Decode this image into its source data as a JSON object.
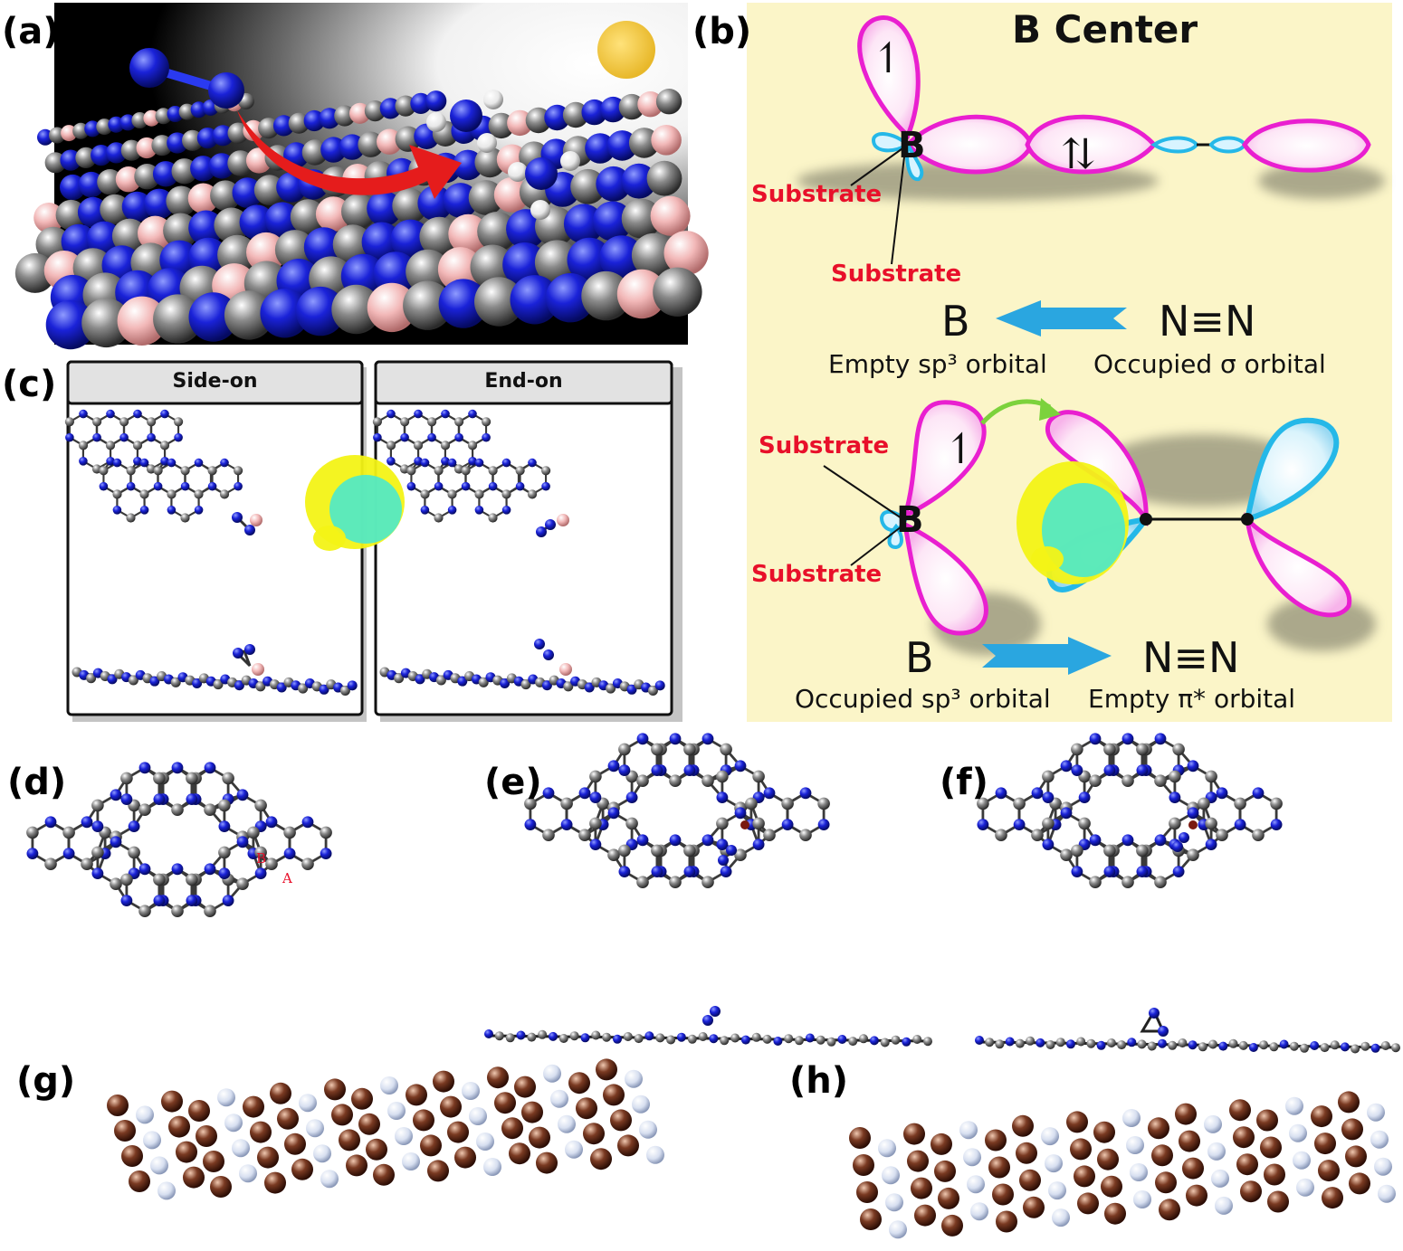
{
  "panel_labels": {
    "a": "(a)",
    "b": "(b)",
    "c": "(c)",
    "d": "(d)",
    "e": "(e)",
    "f": "(f)",
    "g": "(g)",
    "h": "(h)"
  },
  "panel_b": {
    "title": "B Center",
    "substrate_1": "Substrate",
    "substrate_2": "Substrate",
    "substrate_3": "Substrate",
    "substrate_4": "Substrate",
    "b_atom_1": "B",
    "b_atom_2": "B",
    "donation_left": "B",
    "donation_right": "N≡N",
    "donation_left_caption": "Empty sp³ orbital",
    "donation_right_caption": "Occupied σ orbital",
    "backdonation_left": "B",
    "backdonation_right": "N≡N",
    "backdonation_left_caption": "Occupied sp³ orbital",
    "backdonation_right_caption": "Empty π* orbital",
    "colors": {
      "background": "#fbf5c8",
      "lobe": "#e91fd0",
      "lobe_fill": "#fde6f6",
      "cyan": "#25b8e8",
      "arrow": "#2aa6e0",
      "label_red": "#e8102a"
    }
  },
  "panel_c": {
    "side_on_title": "Side-on",
    "end_on_title": "End-on"
  },
  "panel_d": {
    "site_b": "B",
    "site_a": "A"
  },
  "colors": {
    "n_atom": "#1a22d8",
    "c_atom": "#6b6b6b",
    "b_atom": "#f2b8b8",
    "boron_dark": "#7a1a10",
    "arrow_red": "#e51c1c",
    "isosurface_yellow": "#f3f316",
    "isosurface_cyan": "#4fe8c8",
    "brown_atom": "#7a3a22",
    "pale_atom": "#cfd8ea"
  }
}
